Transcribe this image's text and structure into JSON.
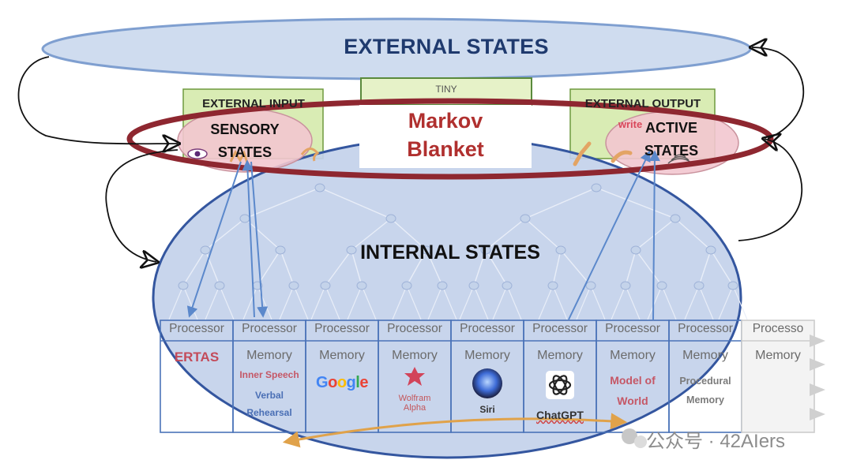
{
  "diagram": {
    "external_states": "EXTERNAL STATES",
    "internal_states": "INTERNAL STATES",
    "markov_blanket": {
      "line1": "Markov",
      "line2": "Blanket"
    },
    "sensory_states": {
      "line1": "SENSORY",
      "line2": "STATES"
    },
    "active_states": {
      "line1": "ACTIVE",
      "line2": "STATES"
    },
    "external_input_title": "EXTERNAL INPUT",
    "external_output_title": "EXTERNAL OUTPUT",
    "external_output_hint": "write",
    "tiny_label": "TINY"
  },
  "processors": [
    {
      "processor": "Processor",
      "memory": "",
      "lines": [
        "ERTAS"
      ]
    },
    {
      "processor": "Processor",
      "memory": "Memory",
      "lines": [
        "Inner Speech",
        "Verbal",
        "Rehearsal"
      ]
    },
    {
      "processor": "Processor",
      "memory": "Memory",
      "lines": [
        "Google"
      ]
    },
    {
      "processor": "Processor",
      "memory": "Memory",
      "lines": [
        "Wolfram",
        "Alpha"
      ]
    },
    {
      "processor": "Processor",
      "memory": "Memory",
      "lines": [
        "Siri"
      ]
    },
    {
      "processor": "Processor",
      "memory": "Memory",
      "lines": [
        "ChatGPT"
      ]
    },
    {
      "processor": "Processor",
      "memory": "Memory",
      "lines": [
        "Model of",
        "World"
      ]
    },
    {
      "processor": "Processor",
      "memory": "Memory",
      "lines": [
        "Procedural",
        "Memory"
      ]
    },
    {
      "processor": "Processo",
      "memory": "Memory",
      "lines": []
    }
  ],
  "watermark": "公众号 · 42AIers",
  "colors": {
    "external_fill": "#cfdcef",
    "external_stroke": "#7f9fd0",
    "internal_fill": "#c3d1ea",
    "internal_stroke": "#34569f",
    "blanket_ring": "#8e2730",
    "state_fill": "#f2c6cf",
    "box_fill": "#d9ecb4",
    "node_fill": "#c4d3ea",
    "arrow_blue": "#5b88cb",
    "arrow_orange": "#e0a24a"
  }
}
